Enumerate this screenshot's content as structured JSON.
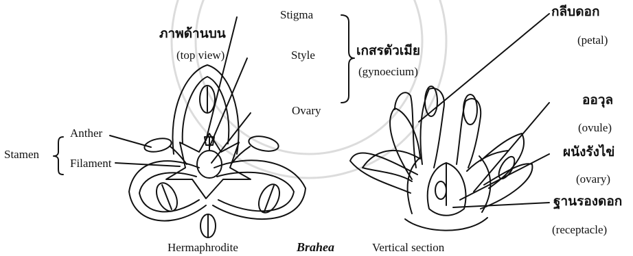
{
  "left_flower": {
    "top_view_thai": "ภาพด้านบน",
    "top_view_en": "(top view)",
    "stigma": "Stigma",
    "style": "Style",
    "ovary": "Ovary",
    "anther": "Anther",
    "filament": "Filament",
    "stamen": "Stamen",
    "caption": "Hermaphrodite"
  },
  "gynoecium": {
    "thai": "เกสรตัวเมีย",
    "en": "(gynoecium)"
  },
  "right_flower": {
    "petal_thai": "กลีบดอก",
    "petal_en": "(petal)",
    "ovule_thai": "ออวุล",
    "ovule_en": "(ovule)",
    "ovary_thai": "ผนังรังไข่",
    "ovary_en": "(ovary)",
    "receptacle_thai": "ฐานรองดอก",
    "receptacle_en": "(receptacle)",
    "caption": "Vertical section"
  },
  "genus": "Brahea",
  "colors": {
    "ink": "#111111",
    "watermark": "#d9d9d9"
  }
}
